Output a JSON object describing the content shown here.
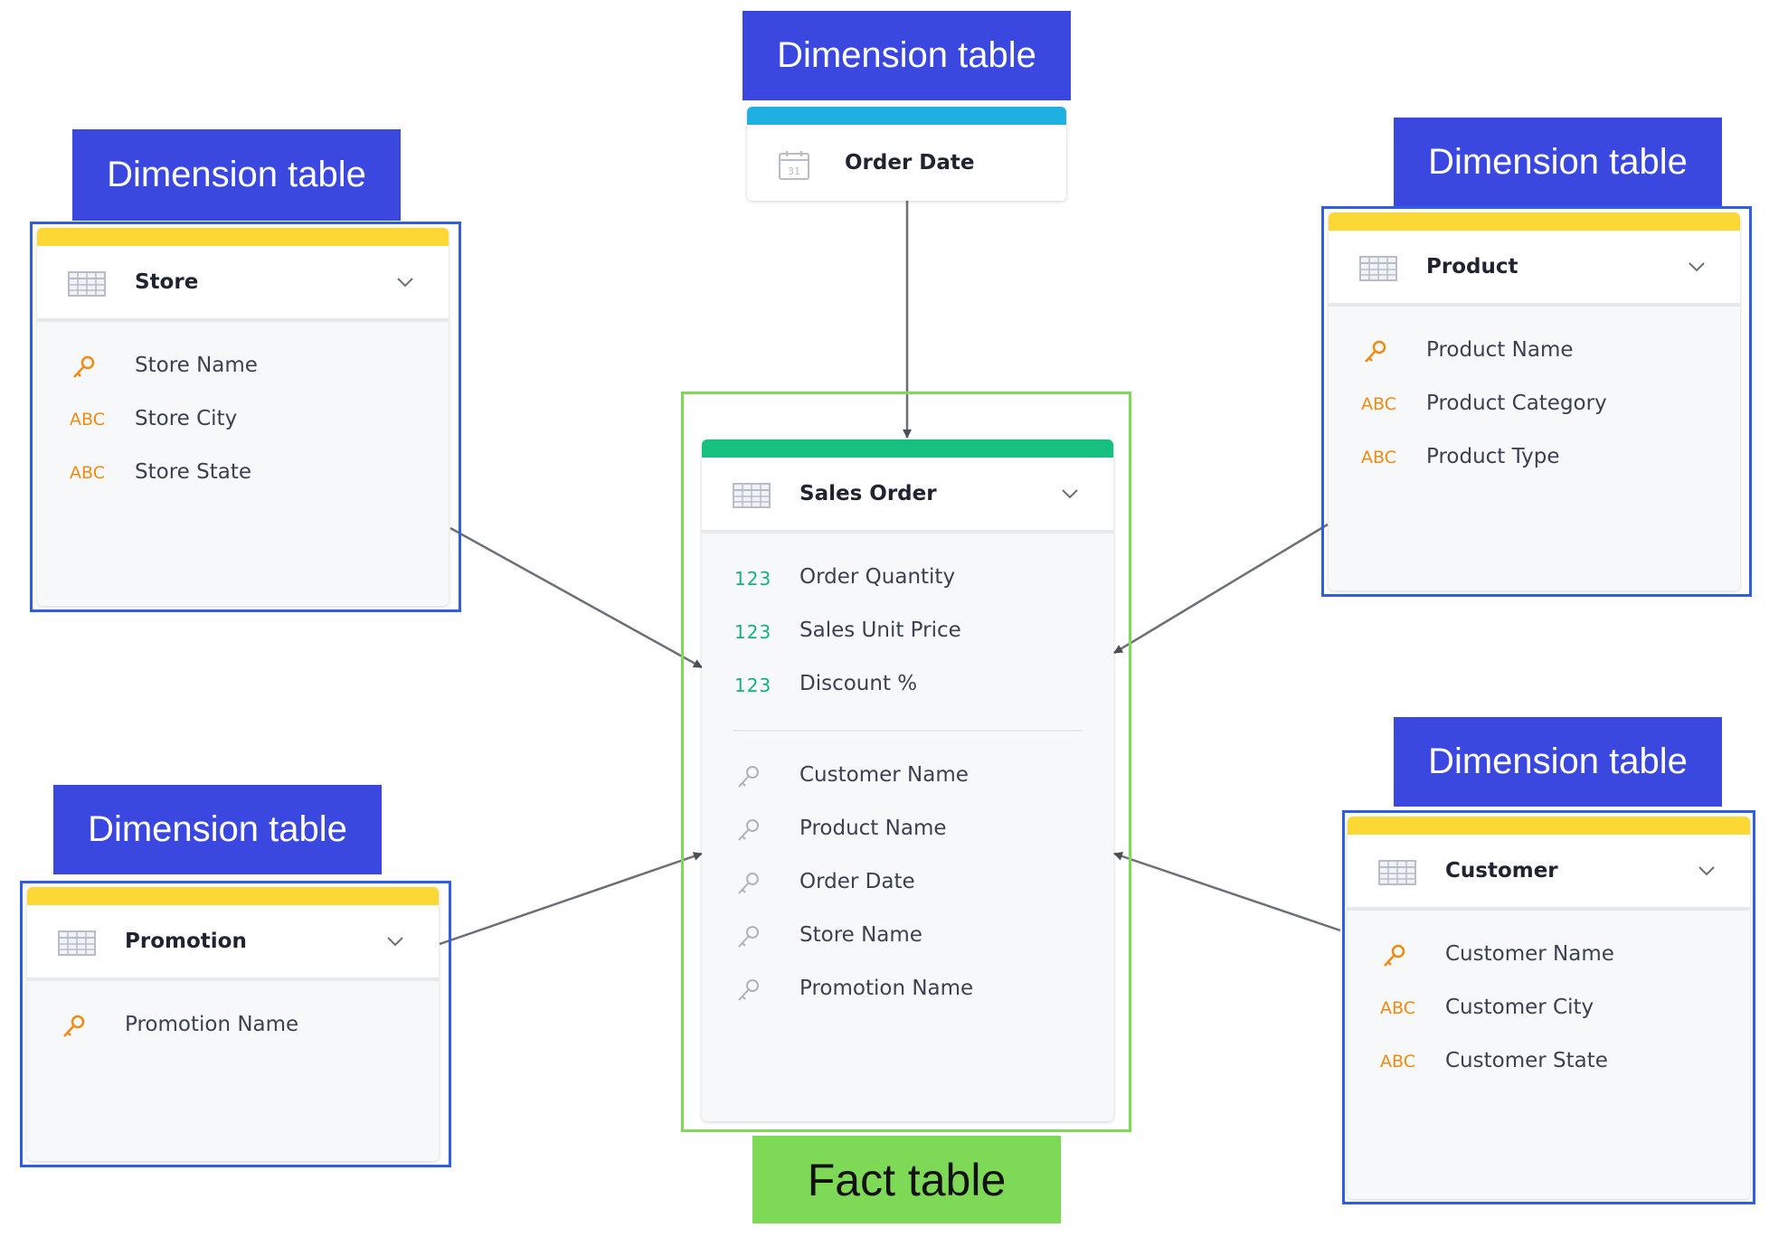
{
  "labels": {
    "dimension": "Dimension table",
    "fact": "Fact table"
  },
  "colors": {
    "banner_blue": "#3a48e0",
    "banner_green": "#7ed957",
    "outline_blue": "#2f5fe0",
    "dimension_bar": "#fcd835",
    "date_bar": "#1eb0e0",
    "fact_bar": "#16c07e"
  },
  "tables": {
    "order_date": {
      "title": "Order Date",
      "icon": "calendar-icon"
    },
    "store": {
      "title": "Store",
      "fields": [
        {
          "type": "key",
          "label": "Store Name"
        },
        {
          "type": "abc",
          "label": "Store City"
        },
        {
          "type": "abc",
          "label": "Store State"
        }
      ]
    },
    "product": {
      "title": "Product",
      "fields": [
        {
          "type": "key",
          "label": "Product Name"
        },
        {
          "type": "abc",
          "label": "Product Category"
        },
        {
          "type": "abc",
          "label": "Product Type"
        }
      ]
    },
    "promotion": {
      "title": "Promotion",
      "fields": [
        {
          "type": "key",
          "label": "Promotion Name"
        }
      ]
    },
    "customer": {
      "title": "Customer",
      "fields": [
        {
          "type": "key",
          "label": "Customer Name"
        },
        {
          "type": "abc",
          "label": "Customer City"
        },
        {
          "type": "abc",
          "label": "Customer State"
        }
      ]
    },
    "sales_order": {
      "title": "Sales Order",
      "facts": [
        {
          "type": "num",
          "label": "Order Quantity"
        },
        {
          "type": "num",
          "label": "Sales Unit Price"
        },
        {
          "type": "num",
          "label": "Discount %"
        }
      ],
      "references": [
        {
          "type": "ref",
          "label": "Customer Name"
        },
        {
          "type": "ref",
          "label": "Product Name"
        },
        {
          "type": "ref",
          "label": "Order Date"
        },
        {
          "type": "ref",
          "label": "Store Name"
        },
        {
          "type": "ref",
          "label": "Promotion Name"
        }
      ]
    }
  },
  "type_glyphs": {
    "abc": "ABC",
    "num": "123"
  }
}
